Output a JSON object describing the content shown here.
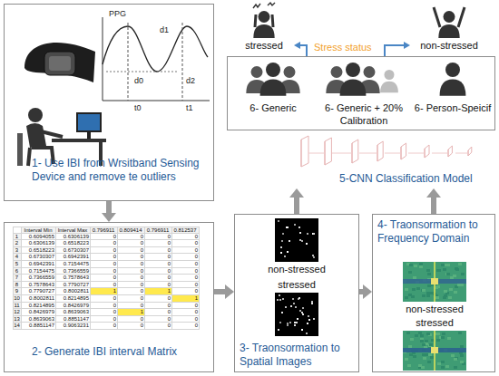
{
  "diagram": {
    "nodes": [
      {
        "text": [
          "1- Use IBI from Wrsitband Sensing Device and remove te outliers"
        ]
      },
      {
        "text": [
          "2- Generate IBI interval Matrix"
        ]
      },
      {
        "text": [
          "3- Traonsormation to Spatial Images"
        ]
      },
      {
        "text": [
          "non-stressed"
        ],
        "in": 2
      },
      {
        "text": [
          "stressed"
        ],
        "in": 2
      },
      {
        "text": [
          "4- Traonsormation to Frequency Domain"
        ]
      },
      {
        "text": [
          "non-stressed"
        ],
        "in": 5
      },
      {
        "text": [
          "stressed"
        ],
        "in": 5
      },
      {
        "text": [
          "5-CNN Classification Model"
        ]
      },
      {
        "text": [
          "Stress status"
        ]
      },
      {
        "text": [
          "6- Generic"
        ],
        "in": 9
      },
      {
        "text": [
          "6- Generic + 20% Calibration"
        ],
        "in": 9
      },
      {
        "text": [
          "6- Person-Speicif"
        ],
        "in": 9
      },
      {
        "text": [
          "stressed"
        ]
      },
      {
        "text": [
          "non-stressed"
        ]
      }
    ],
    "edges": [
      {
        "from": 0,
        "to": 1,
        "arrow": "to"
      },
      {
        "from": 1,
        "to": 2,
        "arrow": "to"
      },
      {
        "from": 2,
        "to": 5,
        "arrow": "to"
      },
      {
        "from": 2,
        "to": 8,
        "arrow": "to"
      },
      {
        "from": 5,
        "to": 8,
        "arrow": "to"
      },
      {
        "from": 9,
        "to": 13,
        "arrow": "to"
      },
      {
        "from": 9,
        "to": 14,
        "arrow": "to"
      }
    ],
    "labels": [
      "PPG",
      "d0",
      "d2",
      "t0",
      "t1",
      "d1",
      "Interval Min",
      "Interval Max",
      "0.796911",
      "0.809414",
      "0.796911",
      "0.812537",
      "1",
      "0.6094055",
      "0.6306139",
      "0",
      "0",
      "0",
      "0",
      "2",
      "0.6306139",
      "0.6518223",
      "0",
      "0",
      "0",
      "0",
      "3",
      "0.6518223",
      "0.6730307",
      "0",
      "0",
      "0",
      "0",
      "4",
      "0.6730307",
      "0.6942391",
      "0",
      "0",
      "0",
      "0",
      "5",
      "0.6942391",
      "0.7154475",
      "0",
      "0",
      "0",
      "0",
      "6",
      "0.7154475",
      "0.7366559",
      "0",
      "0",
      "0",
      "0",
      "7",
      "0.7366559",
      "0.7578643",
      "0",
      "0",
      "0",
      "0",
      "8",
      "0.7578643",
      "0.7790727",
      "0",
      "0",
      "0",
      "0",
      "9",
      "0.7790727",
      "0.8002811",
      "1",
      "0",
      "1",
      "0",
      "10",
      "0.8002811",
      "0.8214895",
      "0",
      "0",
      "0",
      "1",
      "11",
      "0.8214895",
      "0.8426979",
      "0",
      "0",
      "0",
      "0",
      "12",
      "0.8426979",
      "0.8639063",
      "0",
      "1",
      "0",
      "0",
      "13",
      "0.8639063",
      "0.8851147",
      "0",
      "0",
      "0",
      "0",
      "14",
      "0.8851147",
      "0.9063231",
      "0",
      "0",
      "0",
      "0"
    ]
  }
}
